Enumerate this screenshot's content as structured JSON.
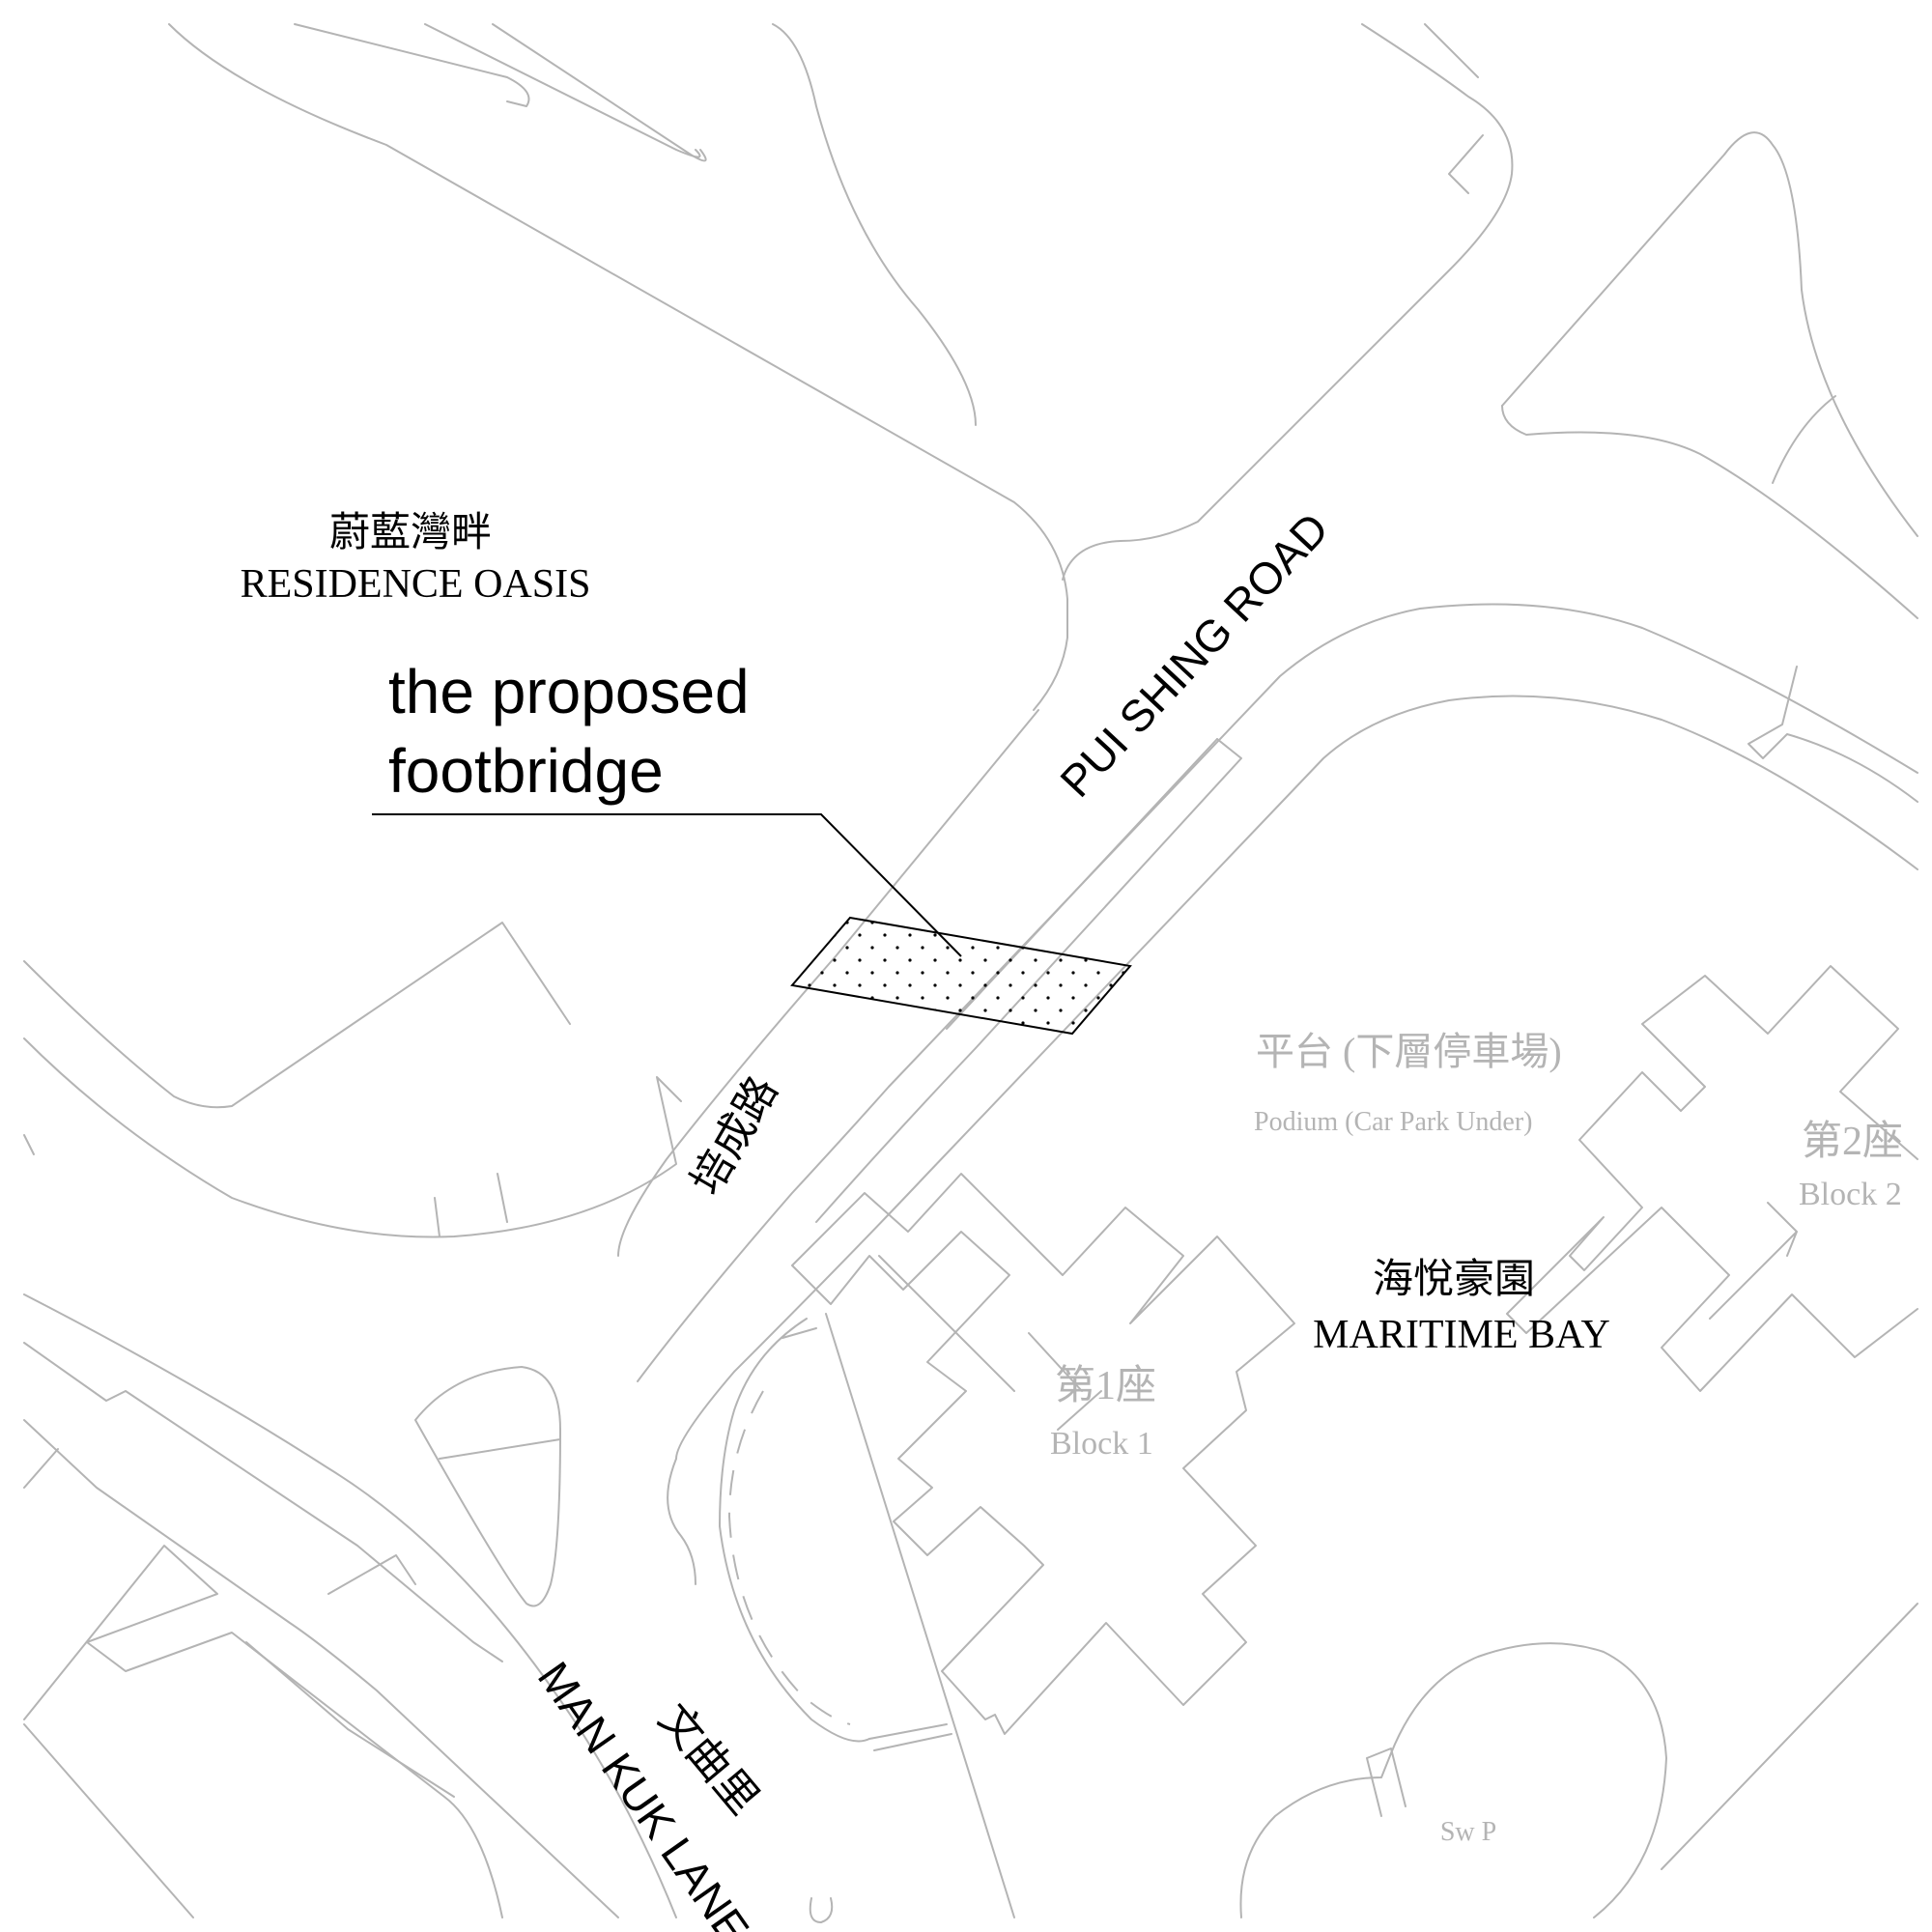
{
  "colors": {
    "outline": "#b4b4b4",
    "text_dark": "#000000",
    "text_faint": "#b4b4b4",
    "background": "#ffffff"
  },
  "labels": {
    "residence_oasis_zh": "蔚藍灣畔",
    "residence_oasis_en": "RESIDENCE OASIS",
    "proposed_line1": "the proposed",
    "proposed_line2": "footbridge",
    "pui_shing_road": "PUI SHING ROAD",
    "pui_shing_road_zh": "培成路",
    "podium_zh": "平台 (下層停車場)",
    "podium_en": "Podium (Car Park Under)",
    "block2_zh": "第2座",
    "block2_en": "Block 2",
    "maritime_bay_zh": "海悅豪園",
    "maritime_bay_en": "MARITIME BAY",
    "block1_zh": "第1座",
    "block1_en": "Block 1",
    "man_kuk_lane_zh": "文曲里",
    "man_kuk_lane_en": "MAN KUK LANE",
    "swimming_pool": "Sw P"
  }
}
